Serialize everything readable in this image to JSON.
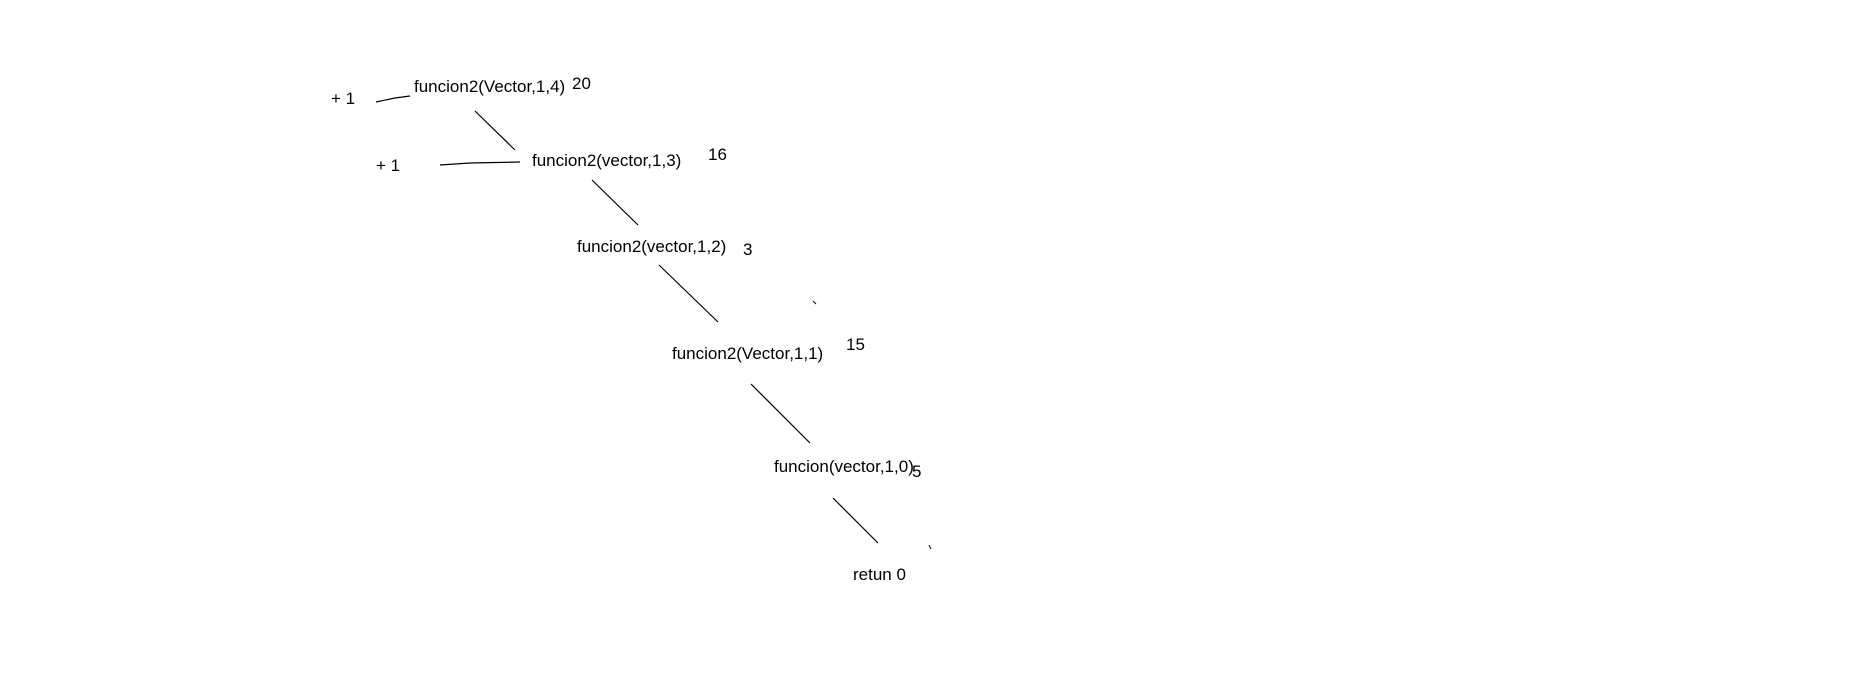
{
  "diagram": {
    "nodes": [
      {
        "id": "n1",
        "label": "funcion2(Vector,1,4)",
        "value": "20"
      },
      {
        "id": "n2",
        "label": "funcion2(vector,1,3)",
        "value": "16"
      },
      {
        "id": "n3",
        "label": "funcion2(vector,1,2)",
        "value": "3"
      },
      {
        "id": "n4",
        "label": "funcion2(Vector,1,1)",
        "value": "15"
      },
      {
        "id": "n5",
        "label": "funcion(vector,1,0)",
        "value": "5"
      },
      {
        "id": "n6",
        "label": "retun 0"
      }
    ],
    "annotations": [
      {
        "id": "a1",
        "label": "+ 1"
      },
      {
        "id": "a2",
        "label": "+ 1"
      }
    ],
    "edges": [
      {
        "from": "n1",
        "to": "n2"
      },
      {
        "from": "n2",
        "to": "n3"
      },
      {
        "from": "n3",
        "to": "n4"
      },
      {
        "from": "n4",
        "to": "n5"
      },
      {
        "from": "n5",
        "to": "n6"
      },
      {
        "from": "a1",
        "to": "n1"
      },
      {
        "from": "a2",
        "to": "n2"
      }
    ]
  }
}
